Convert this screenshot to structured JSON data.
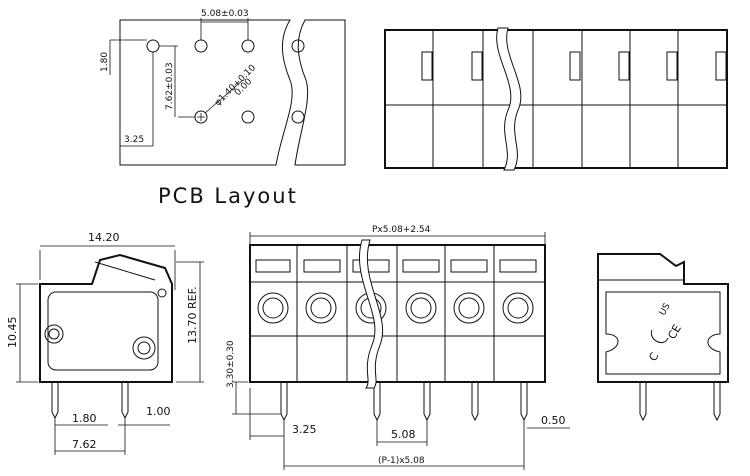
{
  "labels": {
    "pcb_title": "PCB Layout",
    "pcb_pitch": "5.08±0.03",
    "pcb_offset": "1.80",
    "pcb_row": "7.62±0.03",
    "pcb_hole": "φ1.40+0.10",
    "pcb_hole_tol": "0.00",
    "pcb_edge": "3.25",
    "side_width": "14.20",
    "side_height": "10.45",
    "side_ref": "13.70 REF.",
    "side_pin_a": "1.80",
    "side_pin_b": "1.00",
    "side_pin_c": "7.62",
    "front_width": "Px5.08+2.54",
    "front_pin_len": "3.30±0.30",
    "front_edge": "3.25",
    "front_pitch": "5.08",
    "front_pin_w": "0.50",
    "front_total": "(P-1)x5.08",
    "cert_c": "C",
    "cert_us": "US",
    "cert_ce": "CE"
  }
}
